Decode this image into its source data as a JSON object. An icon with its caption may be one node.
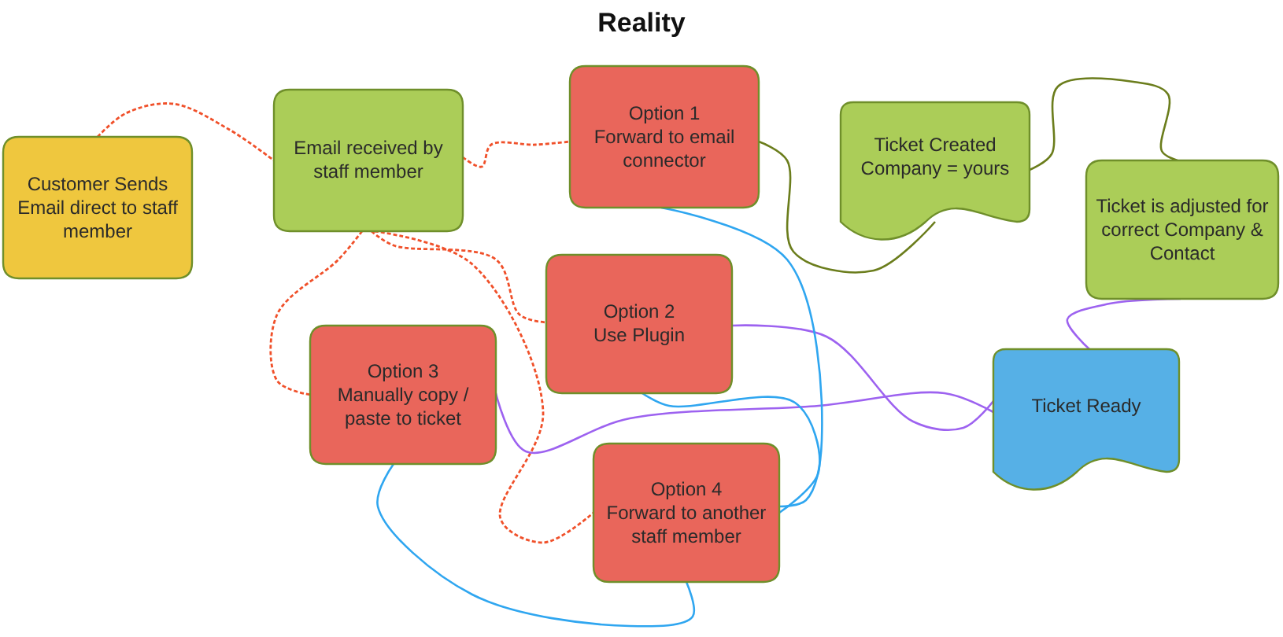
{
  "diagram": {
    "title": "Reality",
    "nodes": [
      {
        "text": [
          "Customer Sends Email direct to staff member"
        ]
      },
      {
        "text": [
          "Email received by staff member"
        ]
      },
      {
        "text": [
          "Option 1",
          "Forward to email connector"
        ]
      },
      {
        "text": [
          "Option 2",
          "Use Plugin"
        ]
      },
      {
        "text": [
          "Option 3",
          "Manually copy / paste to ticket"
        ]
      },
      {
        "text": [
          "Option 4",
          "Forward to another staff member"
        ]
      },
      {
        "text": [
          "Ticket Created Company = yours"
        ]
      },
      {
        "text": [
          "Ticket is adjusted for correct Company & Contact"
        ]
      },
      {
        "text": [
          "Ticket Ready"
        ]
      }
    ],
    "edges": [
      {
        "from": 0,
        "to": 1,
        "arrow": "none",
        "style": "dashed"
      },
      {
        "from": 1,
        "to": 2,
        "arrow": "none",
        "style": "dashed"
      },
      {
        "from": 1,
        "to": 3,
        "arrow": "none",
        "style": "dashed"
      },
      {
        "from": 1,
        "to": 4,
        "arrow": "none",
        "style": "dashed"
      },
      {
        "from": 1,
        "to": 5,
        "arrow": "none",
        "style": "dashed"
      },
      {
        "from": 2,
        "to": 6,
        "arrow": "none",
        "color": "#6b7d1c"
      },
      {
        "from": 6,
        "to": 7,
        "arrow": "none",
        "color": "#6b7d1c"
      },
      {
        "from": 7,
        "to": 8,
        "arrow": "none",
        "color": "#9d62f0"
      },
      {
        "from": 3,
        "to": 8,
        "arrow": "none",
        "color": "#9d62f0"
      },
      {
        "from": 4,
        "to": 8,
        "arrow": "none",
        "color": "#9d62f0"
      },
      {
        "from": 2,
        "to": 5,
        "arrow": "none",
        "color": "#2fa6f0"
      },
      {
        "from": 3,
        "to": 5,
        "arrow": "none",
        "color": "#2fa6f0"
      },
      {
        "from": 4,
        "to": 5,
        "arrow": "none",
        "color": "#2fa6f0"
      }
    ]
  }
}
